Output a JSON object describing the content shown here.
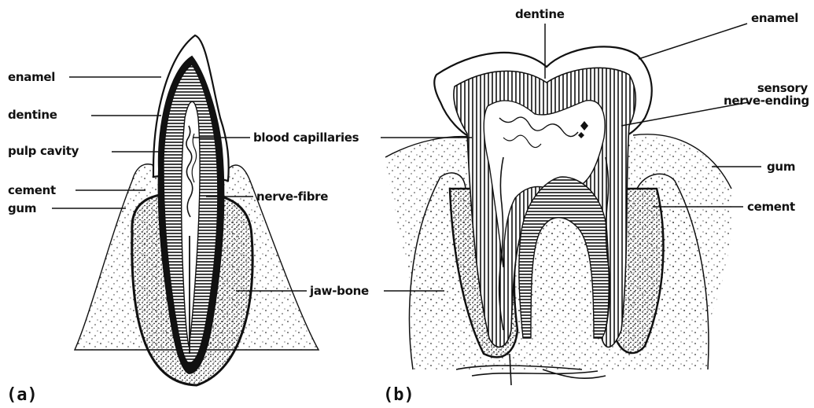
{
  "panels": {
    "a": {
      "panel_label": "(a)",
      "labels": {
        "enamel": "enamel",
        "dentine": "dentine",
        "pulp_cavity": "pulp cavity",
        "cement": "cement",
        "gum": "gum"
      }
    },
    "b": {
      "panel_label": "(b)",
      "labels": {
        "dentine": "dentine",
        "enamel": "enamel",
        "sensory_nerve_ending_line1": "sensory",
        "sensory_nerve_ending_line2": "nerve-ending",
        "gum": "gum",
        "cement": "cement"
      }
    },
    "shared": {
      "blood_capillaries": "blood capillaries",
      "nerve_fibre": "nerve-fibre",
      "jaw_bone": "jaw-bone"
    }
  },
  "colors": {
    "ink": "#111111",
    "background": "#ffffff",
    "stipple": "#333333"
  }
}
